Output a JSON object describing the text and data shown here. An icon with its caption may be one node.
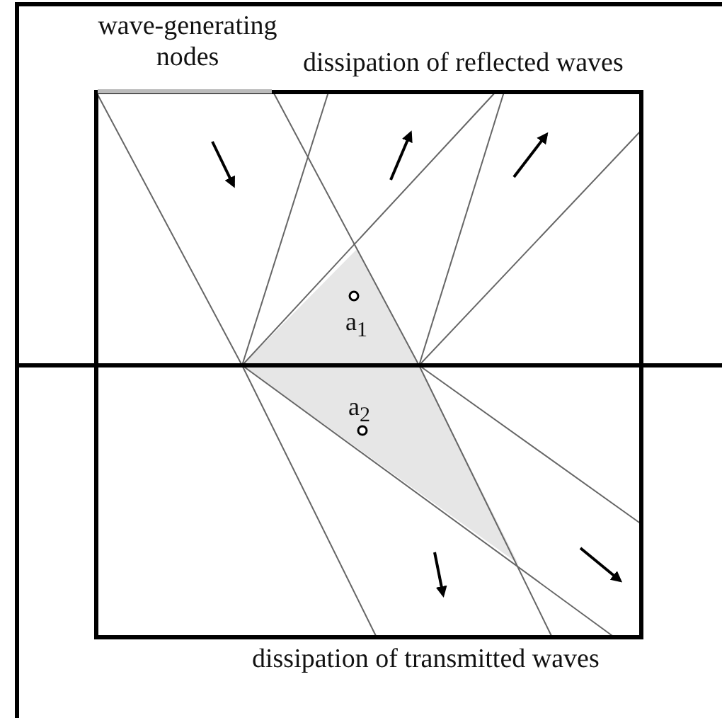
{
  "diagram": {
    "labels": [
      "wave-generating nodes",
      "dissipation of reflected waves",
      "a$_{1}$",
      "a$_{2}$",
      "dissipation of transmitted waves"
    ]
  }
}
